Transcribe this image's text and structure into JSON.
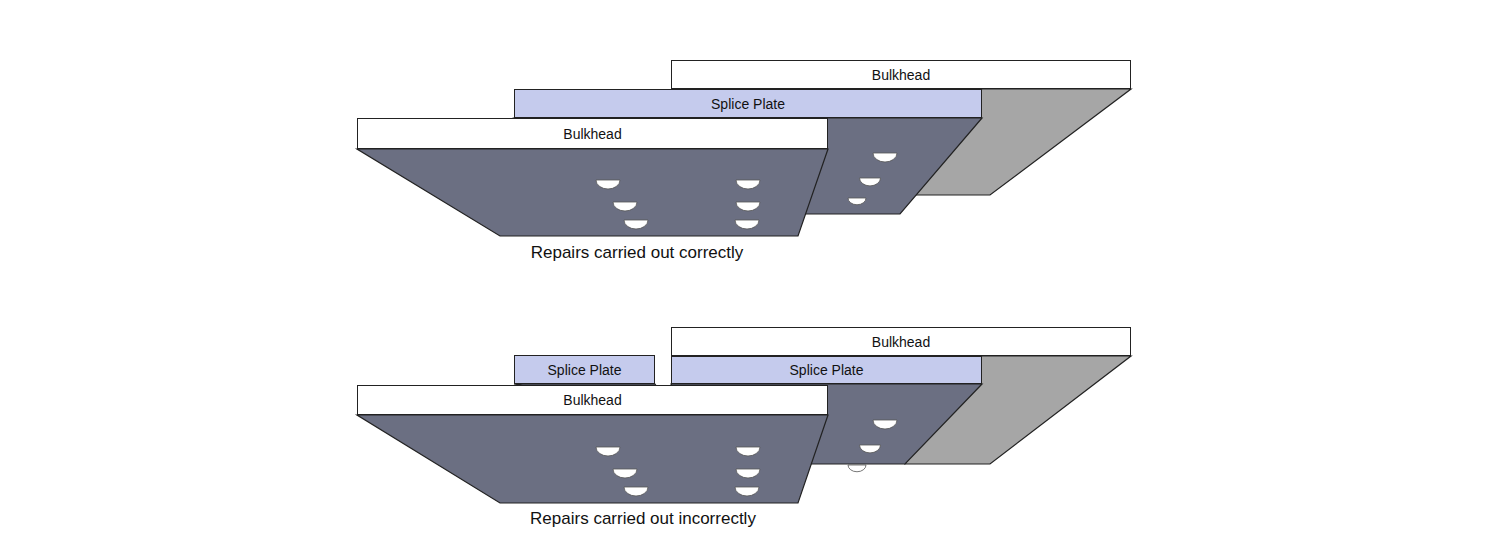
{
  "diagram": {
    "nodes": [
      {
        "text": [
          "Bulkhead"
        ]
      },
      {
        "text": [
          "Splice Plate"
        ]
      },
      {
        "text": [
          "Bulkhead"
        ]
      },
      {
        "text": [
          "Bulkhead"
        ]
      },
      {
        "text": [
          "Splice Plate"
        ]
      },
      {
        "text": [
          "Splice Plate"
        ]
      },
      {
        "text": [
          "Bulkhead"
        ]
      }
    ],
    "labels": [
      "Repairs carried out correctly",
      "Repairs carried out incorrectly"
    ]
  }
}
